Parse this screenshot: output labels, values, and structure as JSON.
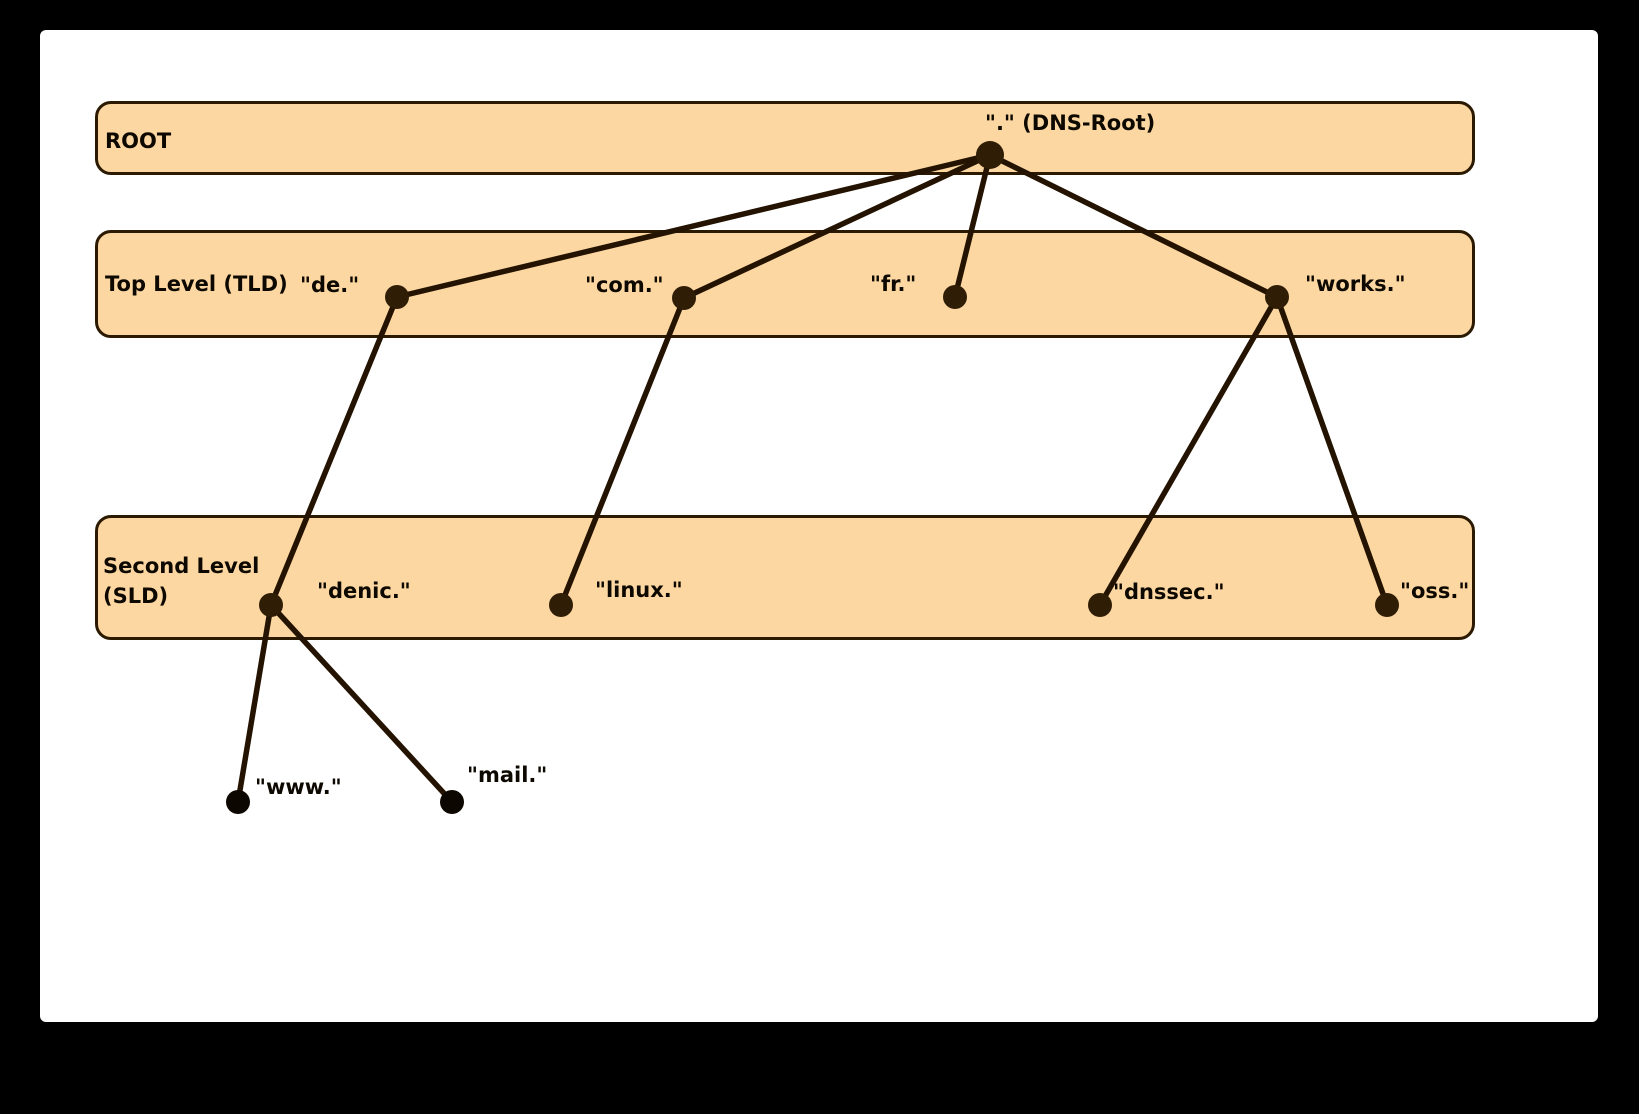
{
  "diagram": {
    "bands": {
      "root": {
        "label": "ROOT"
      },
      "tld": {
        "label": "Top Level (TLD)"
      },
      "sld": {
        "label": "Second Level\n(SLD)"
      }
    },
    "nodes": {
      "dns_root": {
        "label": "\".\" (DNS-Root)"
      },
      "de": {
        "label": "\"de.\""
      },
      "com": {
        "label": "\"com.\""
      },
      "fr": {
        "label": "\"fr.\""
      },
      "works": {
        "label": "\"works.\""
      },
      "denic": {
        "label": "\"denic.\""
      },
      "linux": {
        "label": "\"linux.\""
      },
      "dnssec": {
        "label": "\"dnssec.\""
      },
      "oss": {
        "label": "\"oss.\""
      },
      "www": {
        "label": "\"www.\""
      },
      "mail": {
        "label": "\"mail.\""
      }
    },
    "edges": [
      {
        "from": "dns_root",
        "to": "de"
      },
      {
        "from": "dns_root",
        "to": "com"
      },
      {
        "from": "dns_root",
        "to": "fr"
      },
      {
        "from": "dns_root",
        "to": "works"
      },
      {
        "from": "de",
        "to": "denic"
      },
      {
        "from": "com",
        "to": "linux"
      },
      {
        "from": "works",
        "to": "dnssec"
      },
      {
        "from": "works",
        "to": "oss"
      },
      {
        "from": "denic",
        "to": "www"
      },
      {
        "from": "denic",
        "to": "mail"
      }
    ],
    "colors": {
      "band_fill": "#fcd7a2",
      "band_border": "#2b1a00",
      "edge": "#231300",
      "node": "#2f1d05",
      "leaf_node": "#0c0700",
      "background": "#000000",
      "panel": "#ffffff"
    }
  }
}
